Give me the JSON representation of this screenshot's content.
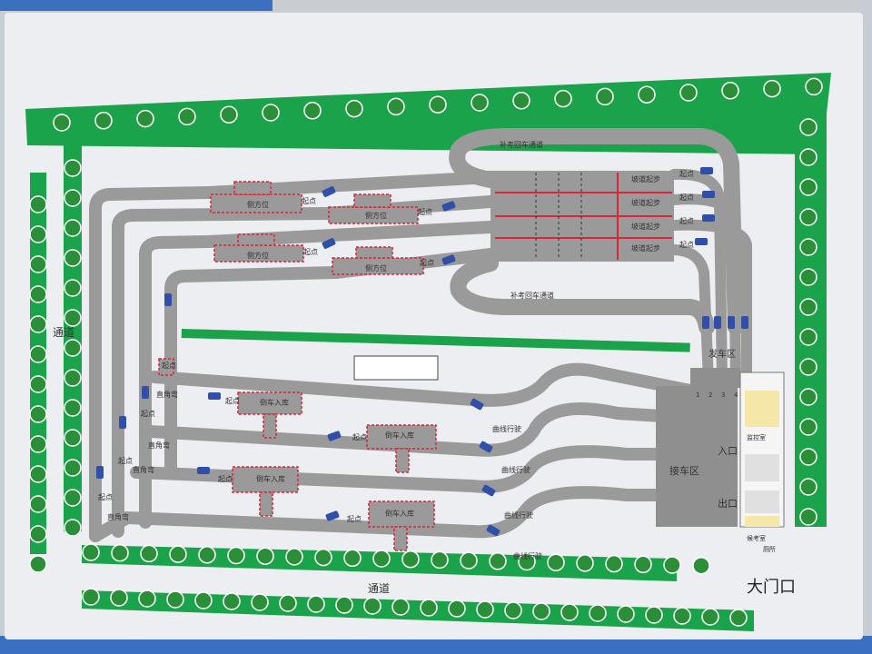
{
  "colors": {
    "board": "#eceef2",
    "grass": "#1aa34a",
    "tree": "#2b8f3a",
    "road": "#9a9a9a",
    "road_edge": "#f2f2f2",
    "marking": "#d9263b",
    "car": "#2f4fa8",
    "text": "#333333"
  },
  "labels": {
    "makeup_return_top": "补考回车通道",
    "makeup_return_bottom": "补考回车通道",
    "passage_left": "通道",
    "passage_bottom": "通道",
    "main_gate": "大门口",
    "departure_area": "发车区",
    "pickup_area": "接车区",
    "entrance": "入口",
    "exit": "出口",
    "monitor_room": "监控室",
    "waiting_room": "候考室",
    "toilet": "厕所",
    "lane_numbers": [
      "1",
      "2",
      "3",
      "4"
    ]
  },
  "hill_start": {
    "label": "坡道起步",
    "start": "起点",
    "rows": [
      "坡道起步",
      "坡道起步",
      "坡道起步",
      "坡道起步"
    ]
  },
  "side_parking": {
    "label": "侧方位",
    "start": "起点",
    "items": [
      "侧方位",
      "侧方位",
      "侧方位",
      "侧方位"
    ]
  },
  "reverse_parking": {
    "label": "倒车入库",
    "start": "起点",
    "items": [
      "倒车入库",
      "倒车入库",
      "倒车入库",
      "倒车入库"
    ]
  },
  "right_angle": {
    "label": "直角弯",
    "start": "起点",
    "items": [
      "直角弯",
      "直角弯",
      "直角弯",
      "直角弯"
    ]
  },
  "curve": {
    "label": "曲线行驶",
    "items": [
      "曲线行驶",
      "曲线行驶",
      "曲线行驶",
      "曲线行驶"
    ]
  }
}
